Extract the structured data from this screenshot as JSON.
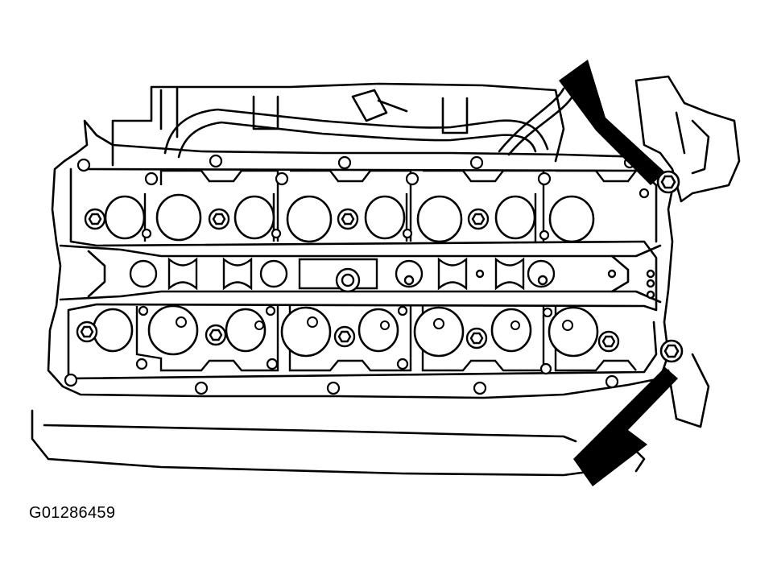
{
  "figure": {
    "id": "G01286459"
  },
  "colors": {
    "line": "#000000",
    "background": "#ffffff"
  },
  "arrows": [
    {
      "name": "upper-arrow",
      "points_to": "upper-right-bolt"
    },
    {
      "name": "lower-arrow",
      "points_to": "lower-right-bolt"
    }
  ]
}
